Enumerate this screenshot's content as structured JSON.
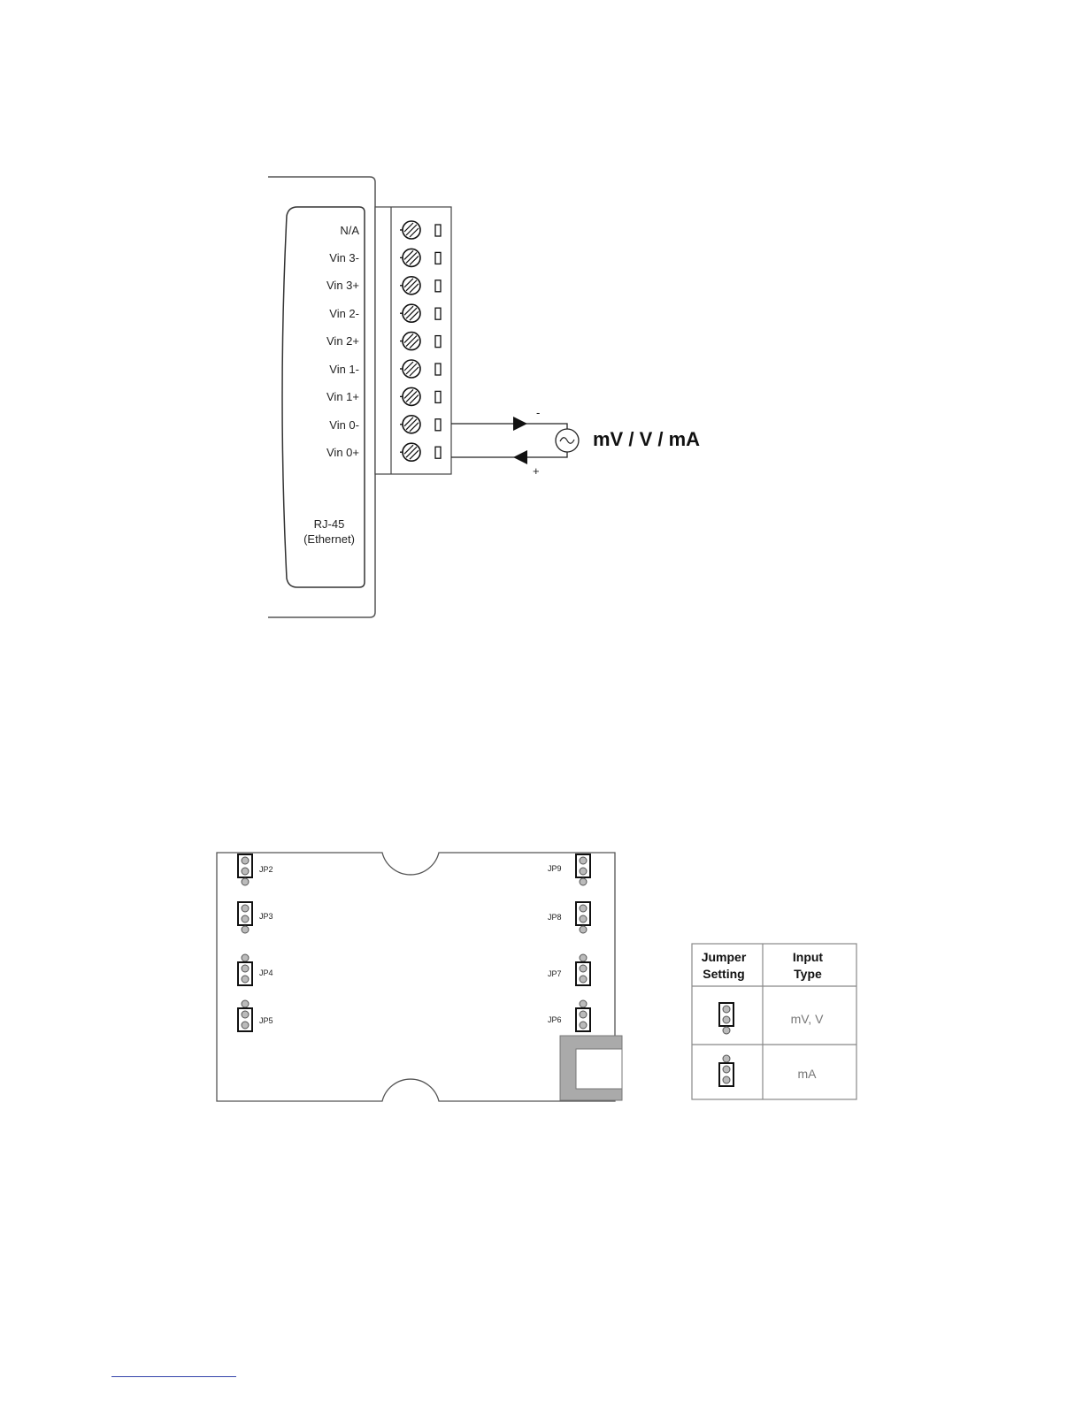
{
  "wiring": {
    "terminals": [
      "N/A",
      "Vin 3-",
      "Vin 3+",
      "Vin 2-",
      "Vin 2+",
      "Vin 1-",
      "Vin 1+",
      "Vin 0-",
      "Vin 0+"
    ],
    "connector_label_line1": "RJ-45",
    "connector_label_line2": "(Ethernet)",
    "source_label": "mV / V / mA",
    "minus_sign": "-",
    "plus_sign": "+"
  },
  "board": {
    "left_jumpers": [
      {
        "label": "JP2",
        "setting": "mV, V"
      },
      {
        "label": "JP3",
        "setting": "mV, V"
      },
      {
        "label": "JP4",
        "setting": "mA"
      },
      {
        "label": "JP5",
        "setting": "mA"
      }
    ],
    "right_jumpers": [
      {
        "label": "JP9",
        "setting": "mV, V"
      },
      {
        "label": "JP8",
        "setting": "mV, V"
      },
      {
        "label": "JP7",
        "setting": "mA"
      },
      {
        "label": "JP6",
        "setting": "mA"
      }
    ]
  },
  "jumper_table": {
    "header_setting_line1": "Jumper",
    "header_setting_line2": "Setting",
    "header_type_line1": "Input",
    "header_type_line2": "Type",
    "rows": [
      {
        "type": "mV, V",
        "setting": "mV, V"
      },
      {
        "type": "mA",
        "setting": "mA"
      }
    ]
  }
}
